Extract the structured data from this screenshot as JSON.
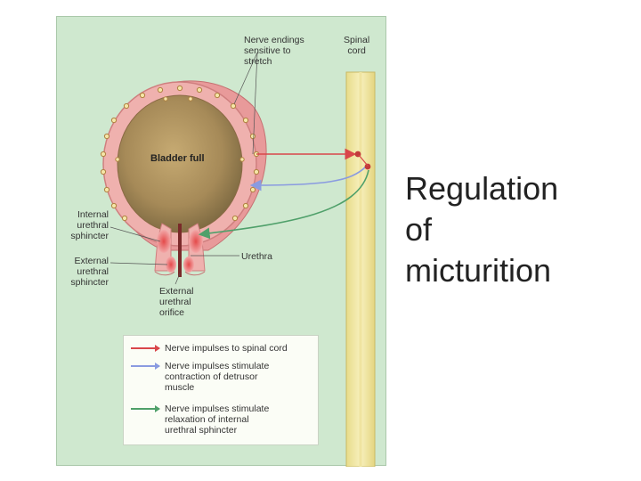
{
  "slide": {
    "title": "Regulation\nof\nmicturition"
  },
  "diagram": {
    "labels": {
      "nerve_endings": "Nerve endings\nsensitive to\nstretch",
      "spinal_cord": "Spinal\ncord",
      "bladder_full": "Bladder full",
      "internal_sphincter": "Internal\nurethral\nsphincter",
      "external_sphincter": "External\nurethral\nsphincter",
      "urethra": "Urethra",
      "external_orifice": "External\nurethral\norifice"
    },
    "legend": [
      {
        "text": "Nerve impulses to spinal cord",
        "color": "#d9464a"
      },
      {
        "text": "Nerve impulses stimulate\ncontraction of detrusor\nmuscle",
        "color": "#8a9be0"
      },
      {
        "text": "Nerve impulses stimulate\nrelaxation of internal\nurethral sphincter",
        "color": "#4fa06a"
      }
    ],
    "colors": {
      "panel": "#cfe8cf",
      "bladder_wall": "#e8a0a0",
      "bladder_inner": "#a88f60",
      "spinal_cord": "#f3e9a6",
      "afferent": "#d9464a",
      "efferent_detrusor": "#8a9be0",
      "efferent_sphincter": "#4fa06a"
    }
  }
}
